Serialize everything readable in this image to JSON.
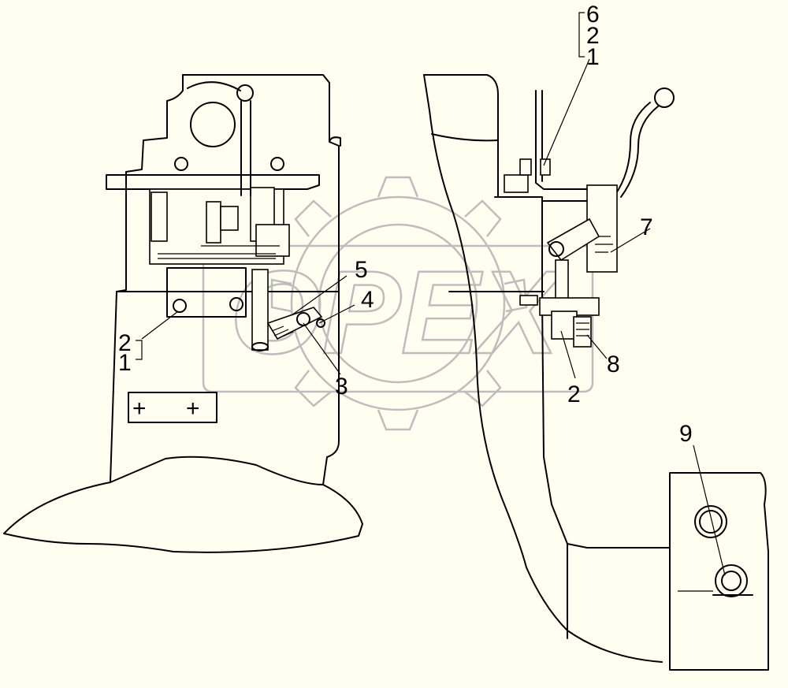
{
  "watermark": {
    "text": "OPEX"
  },
  "labels": {
    "left_2": "2",
    "left_1": "1",
    "left_5": "5",
    "left_4": "4",
    "left_3": "3",
    "plus_a": "+",
    "plus_b": "+",
    "right_6": "6",
    "right_2_top": "2",
    "right_1": "1",
    "right_7": "7",
    "right_8": "8",
    "right_2_bottom": "2",
    "right_9": "9"
  },
  "colors": {
    "background": "#fffef0",
    "line": "#000000",
    "watermark": "#bdbdbd"
  }
}
